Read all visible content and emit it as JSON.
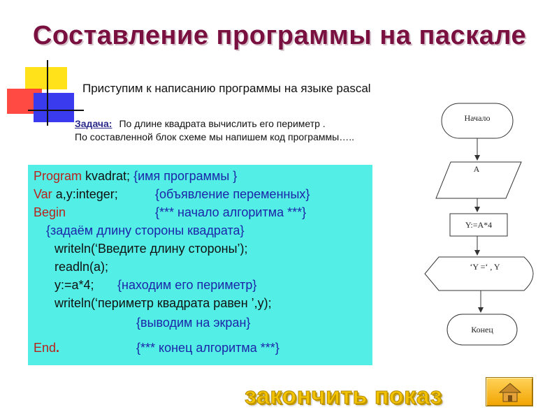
{
  "slide": {
    "title": "Составление программы на паскале",
    "subtitle": "Приступим к написанию программы на языке pascal"
  },
  "task": {
    "label": "Задача:",
    "line1": "По длине квадрата вычислить его периметр .",
    "line2": "По составленной блок схеме мы напишем код программы….."
  },
  "code": {
    "line1": {
      "kw": "Program",
      "text": " kvadrat; ",
      "comment": "{имя программы }"
    },
    "line2": {
      "kw": "Var",
      "text": " a,y:integer;",
      "comment": "{объявление переменных}"
    },
    "line3": {
      "kw": "Begin",
      "comment": "{*** начало алгоритма ***}"
    },
    "line4": {
      "comment": "{задаём длину стороны квадрата}"
    },
    "line5": {
      "text": "writeln(‘Введите длину стороны’);"
    },
    "line6": {
      "text": "readln(a);"
    },
    "line7": {
      "text": "y:=a*4;",
      "comment": "{находим его периметр}"
    },
    "line8": {
      "text": "writeln(‘периметр квадрата равен ’,y);"
    },
    "line9": {
      "comment": "{выводим на экран}"
    },
    "line10": {
      "kw": "End",
      "dot": ".",
      "comment": "{*** конец алгоритма ***}"
    }
  },
  "flowchart": {
    "start": "Начало",
    "input": "A",
    "process": "Y:=A*4",
    "output": "‘Y =‘ , Y",
    "end": "Конец"
  },
  "nav": {
    "finish_label": "закончить показ"
  },
  "colors": {
    "title": "#7a1040",
    "code_bg": "#53efe7",
    "keyword": "#b8221c",
    "comment": "#1c25a8",
    "button": "#f3c300"
  }
}
